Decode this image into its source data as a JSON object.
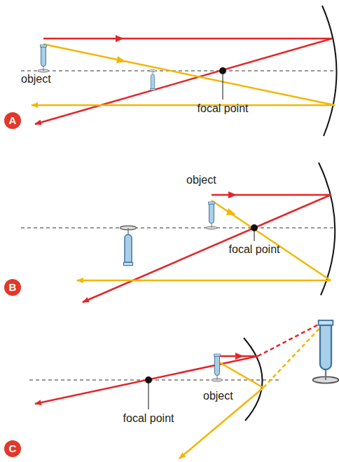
{
  "diagram": {
    "nodes": [
      {
        "text": [
          "A"
        ]
      },
      {
        "text": [
          "B"
        ]
      },
      {
        "text": [
          "C"
        ]
      }
    ],
    "labels": [
      "object",
      "focal point",
      "object",
      "focal point",
      "focal point",
      "object"
    ]
  }
}
